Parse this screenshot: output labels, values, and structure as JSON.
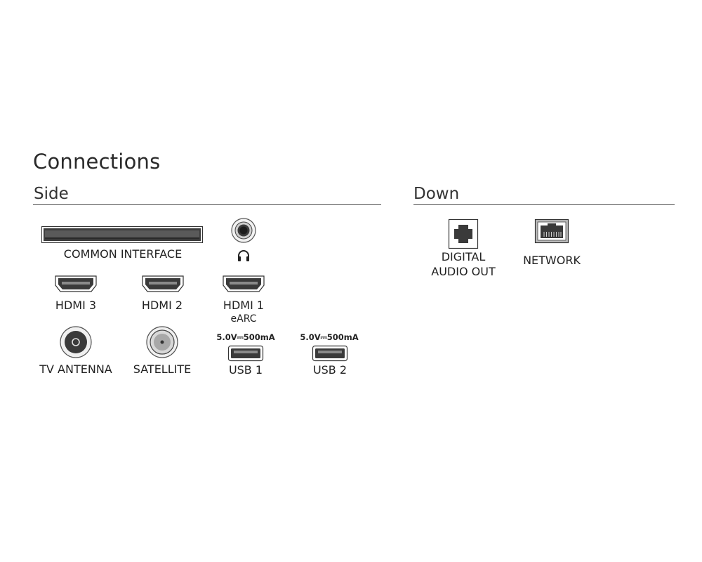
{
  "title": "Connections",
  "sections": {
    "side": "Side",
    "down": "Down"
  },
  "side": {
    "common_interface": "COMMON INTERFACE",
    "hdmi3": "HDMI 3",
    "hdmi2": "HDMI 2",
    "hdmi1": "HDMI 1",
    "hdmi1_sub": "eARC",
    "tv_antenna": "TV ANTENNA",
    "satellite": "SATELLITE",
    "usb1_spec": "5.0V⎓500mA",
    "usb2_spec": "5.0V⎓500mA",
    "usb1": "USB 1",
    "usb2": "USB 2"
  },
  "down": {
    "digital_audio_line1": "DIGITAL",
    "digital_audio_line2": "AUDIO OUT",
    "network": "NETWORK"
  },
  "icons": {
    "common_interface": "ci-slot-icon",
    "headphone_jack": "headphone-jack-icon",
    "headphones": "headphones-icon",
    "hdmi": "hdmi-port-icon",
    "antenna": "antenna-port-icon",
    "satellite": "satellite-port-icon",
    "usb": "usb-port-icon",
    "optical": "optical-port-icon",
    "ethernet": "ethernet-port-icon"
  }
}
